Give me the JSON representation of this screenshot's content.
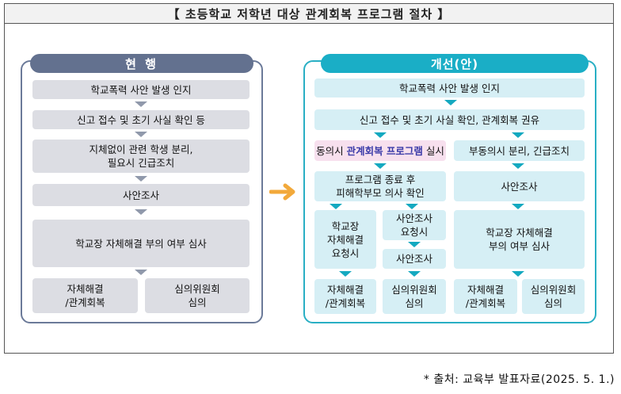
{
  "title": "【 초등학교 저학년 대상 관계회복 프로그램 절차 】",
  "left": {
    "header": "현 행",
    "steps": [
      "학교폭력 사안 발생 인지",
      "신고 접수 및 초기 사실 확인 등",
      "지체없이 관련 학생 분리,\n필요시 긴급조치",
      "사안조사",
      "학교장 자체해결 부의 여부 심사"
    ],
    "outcomes": [
      "자체해결\n/관계회복",
      "심의위원회\n심의"
    ]
  },
  "right": {
    "header": "개선(안)",
    "step1": "학교폭력 사안 발생 인지",
    "step2": "신고 접수 및 초기 사실 확인, 관계회복 권유",
    "consent_prefix": "동의시 ",
    "consent_program": "관계회복 프로그램",
    "consent_suffix": " 실시",
    "nonconsent": "부동의시 분리, 긴급조치",
    "program_end": "프로그램 종료 후\n피해학부모 의사 확인",
    "investigation": "사안조사",
    "principal_request": "학교장\n자체해결\n요청시",
    "investigation_request": "사안조사\n요청시",
    "investigation2": "사안조사",
    "principal_review": "학교장 자체해결\n부의 여부 심사",
    "outcomes": [
      "자체해결\n/관계회복",
      "심의위원회\n심의",
      "자체해결\n/관계회복",
      "심의위원회\n심의"
    ]
  },
  "source": "* 출처: 교육부 발표자료(2025. 5. 1.)",
  "colors": {
    "left_accent": "#63718f",
    "right_accent": "#1aaec6",
    "arrow_orange": "#f2a93b"
  }
}
